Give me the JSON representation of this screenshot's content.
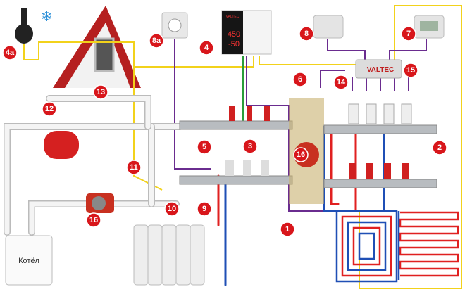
{
  "title": "Heating system with manifolds and underfloor heating",
  "boiler_label": "Котёл",
  "brand": "VALTEC",
  "controller_display": {
    "top": "450",
    "bottom": "-50"
  },
  "markers": {
    "m4a": "4a",
    "m8a": "8a",
    "m4": "4",
    "m8": "8",
    "m7": "7",
    "m15": "15",
    "m6": "6",
    "m14": "14",
    "m13": "13",
    "m12": "12",
    "m5": "5",
    "m3": "3",
    "m16a": "16",
    "m2": "2",
    "m11": "11",
    "m10": "10",
    "m9": "9",
    "m1": "1",
    "m16b": "16"
  },
  "colors": {
    "marker": "#d8161b",
    "signal": "#f2d21b",
    "control": "#6a2c8f",
    "hot": "#e02020",
    "cold": "#1f4fb5",
    "pipe": "#e8e8e8"
  }
}
